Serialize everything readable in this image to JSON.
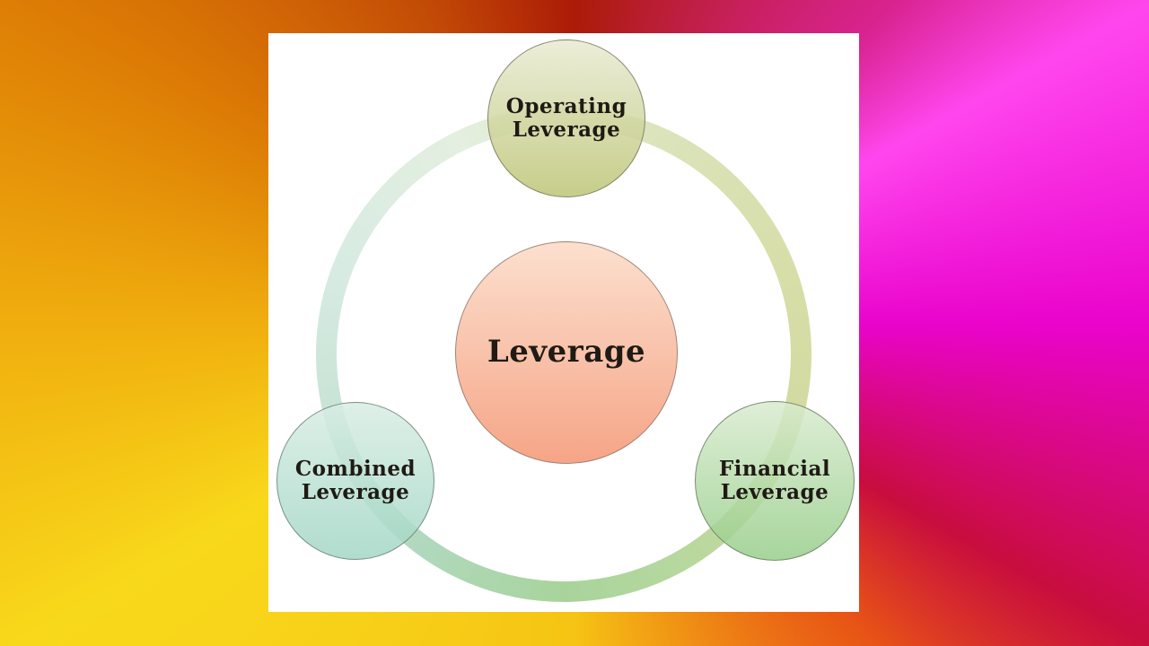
{
  "diagram": {
    "center": {
      "label": "Leverage",
      "fill_top": "#fcdecd",
      "fill_bottom": "#f5a080",
      "border": "#8d766b",
      "text_color": "#1f1a14"
    },
    "nodes": [
      {
        "id": "operating-leverage",
        "label": "Operating\nLeverage",
        "position": "top",
        "fill_top": "#e8ead1",
        "fill_bottom": "#bbc473",
        "border": "#6a6a55"
      },
      {
        "id": "combined-leverage",
        "label": "Combined\nLeverage",
        "position": "bottom-left",
        "fill_top": "#d8ede3",
        "fill_bottom": "#a1d6c5",
        "border": "#5f7369"
      },
      {
        "id": "financial-leverage",
        "label": "Financial\nLeverage",
        "position": "bottom-right",
        "fill_top": "#d8ebce",
        "fill_bottom": "#96cd89",
        "border": "#5f7355"
      }
    ],
    "ring_colors": {
      "right_olive": "#d7dea8",
      "bottom_green": "#a8d49c",
      "left_teal": "#c8e3d5",
      "top_light": "#e4efe0"
    },
    "background_colors": {
      "top_left": "#dd7d05",
      "top_center": "#ab1b07",
      "top_right": "#ff46ee",
      "right": "#ea04cc",
      "bottom_right": "#c80d3e",
      "bottom_center": "#f6c414",
      "bottom_left": "#f8d81b",
      "left": "#f0ae0e"
    },
    "panel_background": "#ffffff"
  }
}
